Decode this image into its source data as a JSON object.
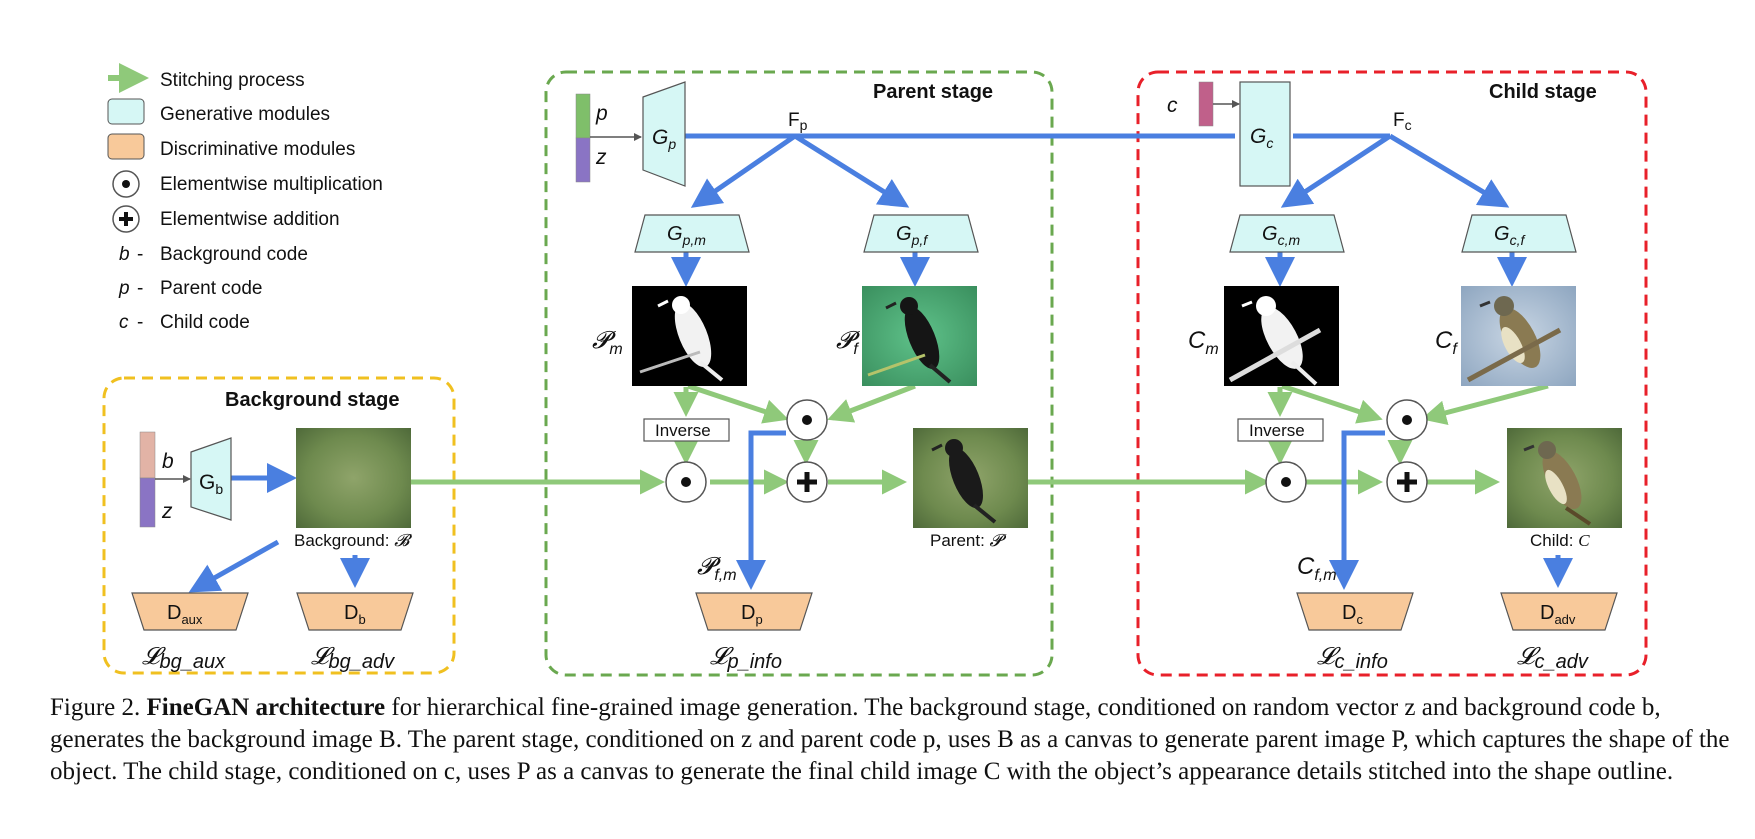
{
  "legend": {
    "stitching": "Stitching process",
    "generative": "Generative modules",
    "discriminative": "Discriminative modules",
    "multiplication": "Elementwise multiplication",
    "addition": "Elementwise addition",
    "codes": [
      {
        "sym": "b",
        "label": "Background code"
      },
      {
        "sym": "p",
        "label": "Parent code"
      },
      {
        "sym": "c",
        "label": "Child code"
      }
    ]
  },
  "stages": {
    "background": "Background stage",
    "parent": "Parent stage",
    "child": "Child stage"
  },
  "labels": {
    "b": "b",
    "z": "z",
    "p": "p",
    "c": "c",
    "G": "G",
    "D": "D",
    "sub_b": "b",
    "sub_p": "p",
    "sub_c": "c",
    "sub_pm": "p,m",
    "sub_pf": "p,f",
    "sub_cm": "c,m",
    "sub_cf": "c,f",
    "sub_aux": "aux",
    "sub_adv": "adv",
    "F": "F",
    "inverse": "Inverse",
    "background_out": "Background: ",
    "parent_out": "Parent: ",
    "child_out": "Child: ",
    "script_B": "𝓑",
    "script_P": "𝓟",
    "C": "C",
    "P": "𝓟",
    "sub_m": "m",
    "sub_f": "f",
    "sub_fm": "f,m",
    "L": "𝓛",
    "loss_bg_aux": "bg_aux",
    "loss_bg_adv": "bg_adv",
    "loss_p_info": "p_info",
    "loss_c_info": "c_info",
    "loss_c_adv": "c_adv"
  },
  "colors": {
    "stitch_green": "#8fc97a",
    "blue_arrow": "#4a7fe0",
    "generative_fill": "#d6f7f5",
    "discriminative_fill": "#f8c99a",
    "bg_stage_border": "#f0c020",
    "parent_stage_border": "#6aa84f",
    "child_stage_border": "#e8202a",
    "code_p": "#7fbf6a",
    "code_z": "#8a74c4",
    "code_b": "#e2b3a6",
    "code_c": "#c0608a"
  },
  "caption": {
    "prefix": "Figure 2. ",
    "bold": "FineGAN architecture",
    "text": " for hierarchical fine-grained image generation. The background stage, conditioned on random vector z and background code b, generates the background image B. The parent stage, conditioned on z and parent code p, uses B as a canvas to generate parent image P, which captures the shape of the object. The child stage, conditioned on c, uses P as a canvas to generate the final child image C with the object’s appearance details stitched into the shape outline."
  }
}
